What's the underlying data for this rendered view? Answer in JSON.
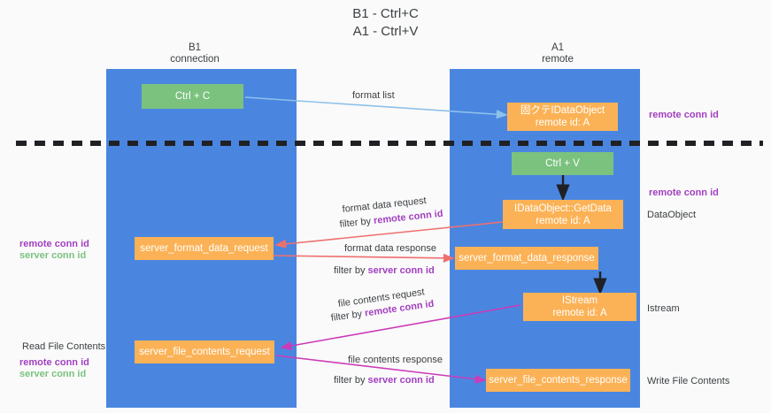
{
  "title": {
    "line1": "B1 - Ctrl+C",
    "line2": "A1 - Ctrl+V"
  },
  "columns": [
    {
      "name": "B1",
      "role": "connection"
    },
    {
      "name": "A1",
      "role": "remote"
    }
  ],
  "boxes": {
    "ctrl_c": "Ctrl + C",
    "ctrl_v": "Ctrl + V",
    "idataobject_top_line1": "固クテIDataObject",
    "idataobject_top_line2": "remote id: A",
    "getdata_line1": "IDataObject::GetData",
    "getdata_line2": "remote id: A",
    "istream_line1": "IStream",
    "istream_line2": "remote id: A",
    "server_format_data_request": "server_format_data_request",
    "server_format_data_response": "server_format_data_response",
    "server_file_contents_request": "server_file_contents_request",
    "server_file_contents_response": "server_file_contents_response"
  },
  "edge_labels": {
    "format_list": "format list",
    "format_data_request": "format data request",
    "format_data_request_filter_prefix": "filter by ",
    "format_data_request_filter_key": "remote conn id",
    "format_data_response": "format data response",
    "format_data_response_filter_prefix": "filter by ",
    "format_data_response_filter_key": "server conn id",
    "file_contents_request": "file contents request",
    "file_contents_request_filter_prefix": "filter by ",
    "file_contents_request_filter_key": "remote conn id",
    "file_contents_response": "file contents response",
    "file_contents_response_filter_prefix": "filter by ",
    "file_contents_response_filter_key": "server conn id"
  },
  "side_labels": {
    "left_mid_remote": "remote conn id",
    "left_mid_server": "server conn id",
    "left_read_file_contents": "Read File Contents",
    "left_bottom_remote": "remote conn id",
    "left_bottom_server": "server conn id",
    "right_top_remote": "remote conn id",
    "right_mid_remote": "remote conn id",
    "right_dataobject": "DataObject",
    "right_istream": "Istream",
    "right_write_file_contents": "Write File Contents"
  },
  "colors": {
    "lane": "#4a86e0",
    "green_box": "#7ac27e",
    "orange_box": "#fbb256",
    "purple_text": "#a23fc0",
    "green_text": "#7ac27e",
    "arrow_blue": "#8fc0ea",
    "arrow_black": "#202124",
    "arrow_red": "#ef6f6f",
    "arrow_magenta": "#cc3bb8",
    "divider": "#202124"
  }
}
